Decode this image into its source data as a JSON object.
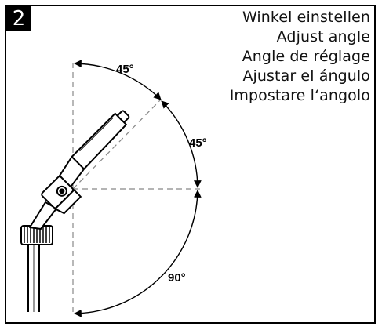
{
  "step": {
    "number": "2"
  },
  "instructions": [
    "Winkel einstellen",
    "Adjust angle",
    "Angle de réglage",
    "Ajustar el ángulo",
    "Impostare l‘angolo"
  ],
  "angles": {
    "top": "45°",
    "middle": "45°",
    "bottom": "90°"
  },
  "colors": {
    "line": "#000000",
    "guide": "#888888",
    "fill": "#ffffff"
  }
}
